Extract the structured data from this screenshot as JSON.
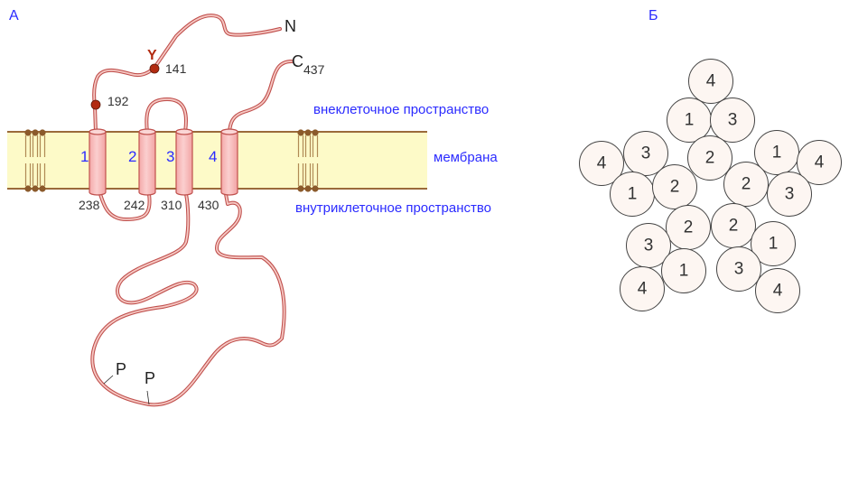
{
  "panels": {
    "a": {
      "label": "А",
      "regions": {
        "extracellular": "внеклеточное пространство",
        "membrane": "мембрана",
        "intracellular": "внутриклеточное пространство"
      },
      "termini": {
        "n": "N",
        "c": "C",
        "c_sub": "437"
      },
      "glycosylation_symbol": "Y",
      "sites": [
        {
          "label": "141",
          "kind": "glycosylation"
        },
        {
          "label": "192",
          "kind": "site"
        }
      ],
      "helices": [
        {
          "label": "1",
          "residue": "238"
        },
        {
          "label": "2",
          "residue": "242"
        },
        {
          "label": "3",
          "residue": "310"
        },
        {
          "label": "4",
          "residue": "430"
        }
      ],
      "phospho": [
        "P",
        "P"
      ],
      "colors": {
        "membrane_fill": "#fdfac8",
        "membrane_line": "#9b6a3a",
        "helix_fill": "#f9c3c3",
        "helix_stroke": "#c0504d",
        "chain_stroke": "#c0504d",
        "chain_fill": "#f6c9c4",
        "site_dot": "#b22a10",
        "lipid_head": "#8b5a2b"
      }
    },
    "b": {
      "label": "Б",
      "subunits": [
        {
          "name": "top",
          "helices": [
            "4",
            "1",
            "3",
            "2"
          ]
        },
        {
          "name": "left",
          "helices": [
            "4",
            "3",
            "1",
            "2"
          ]
        },
        {
          "name": "right",
          "helices": [
            "1",
            "4",
            "2",
            "3"
          ]
        },
        {
          "name": "bottom-left",
          "helices": [
            "2",
            "3",
            "1",
            "4"
          ]
        },
        {
          "name": "bottom-right",
          "helices": [
            "2",
            "1",
            "3",
            "4"
          ]
        }
      ],
      "colors": {
        "circle_fill": "#fdf6f2",
        "circle_stroke": "#444444"
      }
    }
  }
}
